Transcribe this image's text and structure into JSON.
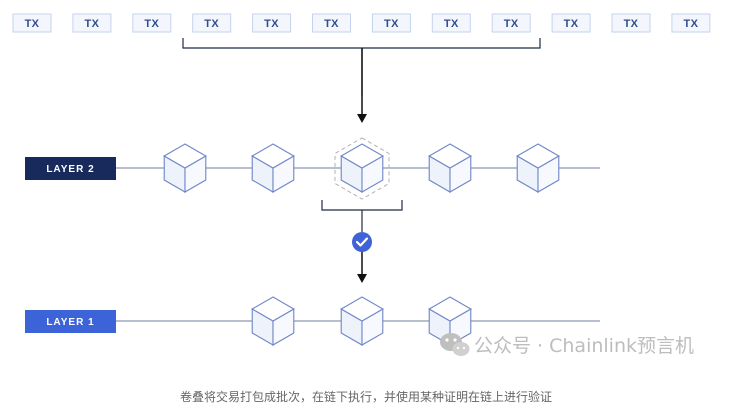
{
  "tx_row": {
    "label": "TX",
    "count": 12
  },
  "layer2": {
    "label": "LAYER 2",
    "color": "#182a5c",
    "block_count": 5
  },
  "layer1": {
    "label": "LAYER 1",
    "color": "#3d63d8",
    "block_count": 3
  },
  "watermark": {
    "icon": "wechat-icon",
    "text": "公众号 · Chainlink预言机"
  },
  "caption": "卷叠将交易打包成批次，在链下执行，并使用某种证明在链上进行验证",
  "colors": {
    "tx_border": "#c6d3ee",
    "tx_text": "#2f4d8f",
    "check": "#3f62d6",
    "block_stroke": "#6f86c8"
  }
}
